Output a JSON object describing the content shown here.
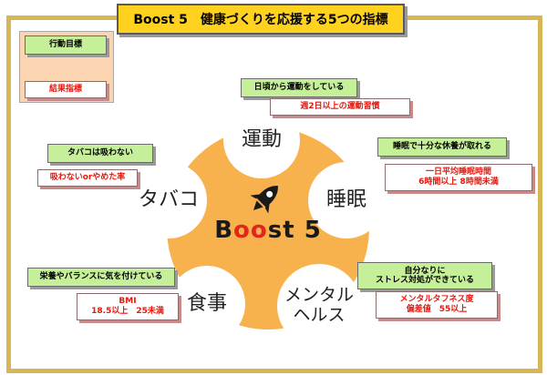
{
  "title": "Boost 5　健康づくりを応援する5つの指標",
  "legend": {
    "goal_label": "行動目標",
    "result_label": "結果指標"
  },
  "center": {
    "prefix": "B",
    "highlight": "oo",
    "suffix": "st 5"
  },
  "domains": {
    "exercise": "運動",
    "sleep": "睡眠",
    "mental_line1": "メンタル",
    "mental_line2": "ヘルス",
    "diet": "食事",
    "tobacco": "タバコ"
  },
  "indicators": {
    "exercise": {
      "goal": "日頃から運動をしている",
      "result": "週2日以上の運動習慣"
    },
    "sleep": {
      "goal": "睡眠で十分な休養が取れる",
      "result_line1": "一日平均睡眠時間",
      "result_line2": "6時間以上 8時間未満"
    },
    "mental": {
      "goal_line1": "自分なりに",
      "goal_line2": "ストレス対処ができている",
      "result_line1": "メンタルタフネス度",
      "result_line2": "偏差値　55以上"
    },
    "diet": {
      "goal": "栄養やバランスに気を付けている",
      "result_line1": "BMI",
      "result_line2": "18.5以上　25未満"
    },
    "tobacco": {
      "goal": "タバコは吸わない",
      "result": "吸わないorやめた率"
    }
  },
  "colors": {
    "frame": "#d6b656",
    "title_bg": "#ffd21f",
    "goal_bg": "#c6ef9a",
    "result_text": "#e8170c",
    "center_circle": "#f7b24d",
    "legend_bg": "#fbd5b2"
  }
}
